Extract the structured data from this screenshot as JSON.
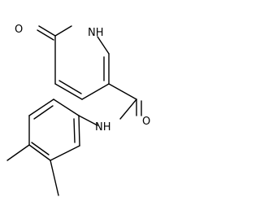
{
  "molecule": {
    "atom_labels": {
      "ketone_oxygen": "O",
      "ring_nh": "NH",
      "amide_oxygen": "O",
      "amide_nh": "NH"
    },
    "colors": {
      "bond": "#000000",
      "label": "#000000",
      "background": "#ffffff"
    }
  }
}
